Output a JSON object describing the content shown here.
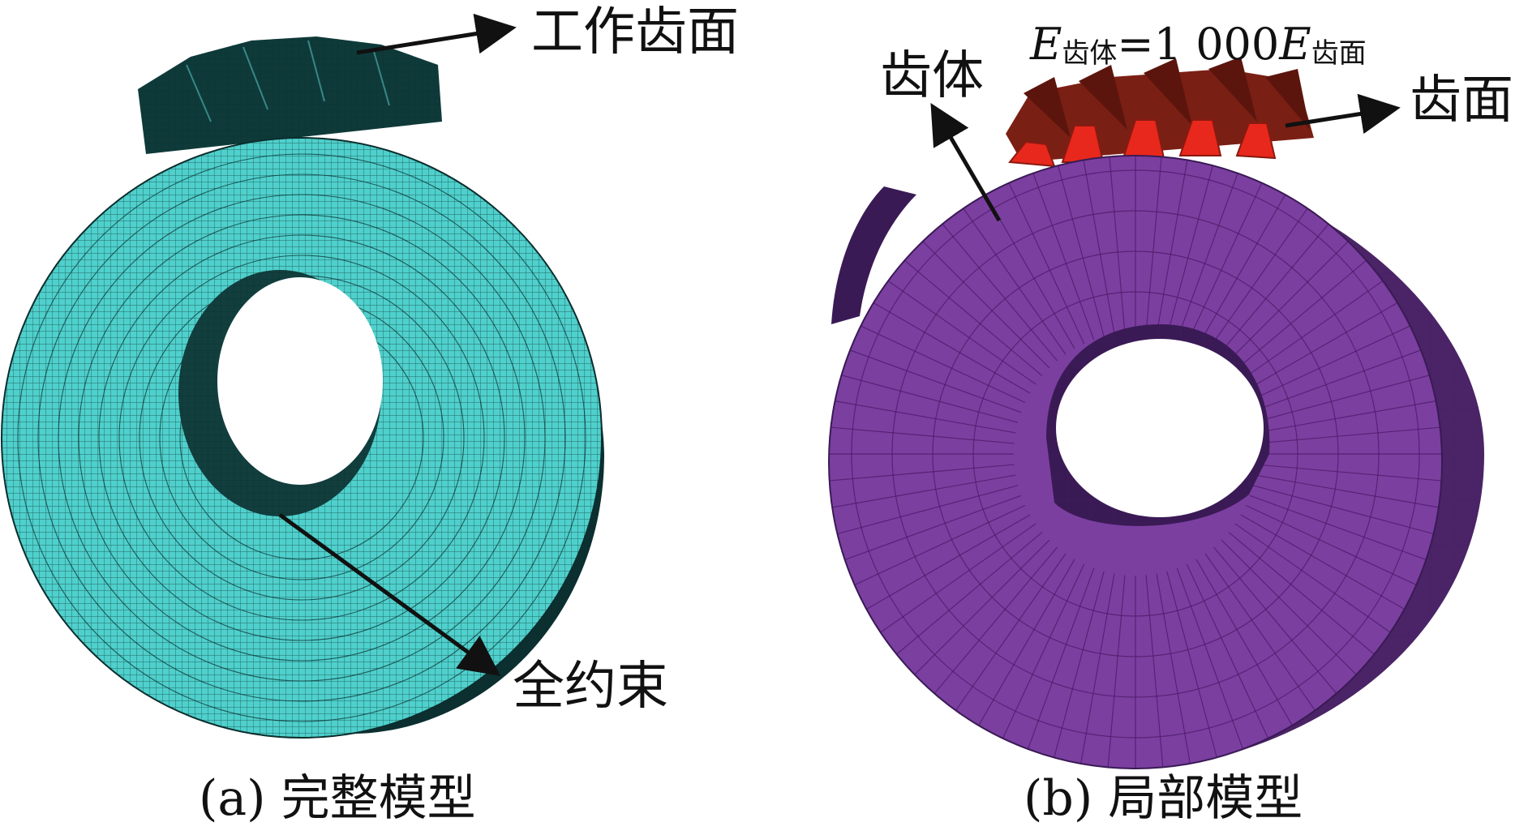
{
  "panel_a": {
    "caption": "(a) 完整模型",
    "label_working_tooth_face": "工作齿面",
    "label_full_constraint": "全约束",
    "mesh_color": "#4fd0cc",
    "edge_color": "#0b2e2e"
  },
  "panel_b": {
    "caption": "(b) 局部模型",
    "label_tooth_body": "齿体",
    "label_tooth_face": "齿面",
    "formula": {
      "lhs_symbol": "E",
      "lhs_sub": "齿体",
      "equals_value": "=1 000",
      "rhs_symbol": "E",
      "rhs_sub": "齿面"
    },
    "body_color": "#7b3fa0",
    "face_color": "#e8281c",
    "tooth_color": "#7a1f14"
  }
}
